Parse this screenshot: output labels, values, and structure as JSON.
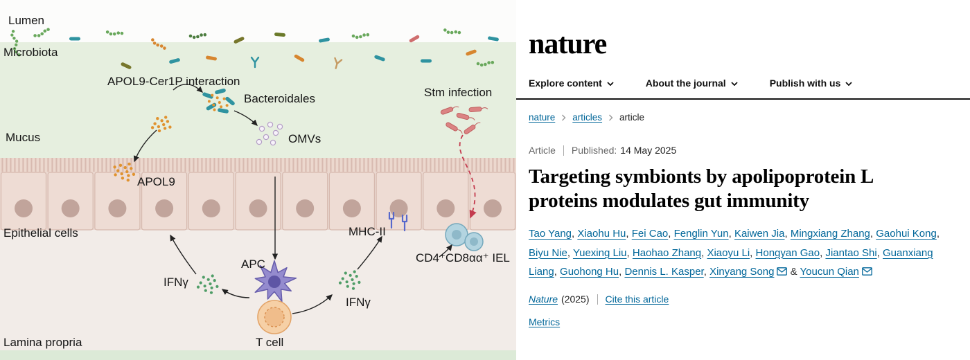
{
  "figure": {
    "labels": {
      "lumen": "Lumen",
      "microbiota": "Microbiota",
      "apol9_cer1p": "APOL9-Cer1P interaction",
      "bacteroidales": "Bacteroidales",
      "stm_infection": "Stm infection",
      "mucus": "Mucus",
      "omvs": "OMVs",
      "apol9": "APOL9",
      "epithelial_cells": "Epithelial cells",
      "mhc2": "MHC-II",
      "iel": "CD4⁺CD8αα⁺ IEL",
      "apc": "APC",
      "ifng": "IFNγ",
      "t_cell": "T cell",
      "lamina_propria": "Lamina propria"
    },
    "colors": {
      "mucus_green": "#e6efdf",
      "epithelium_pink": "#eedcd4",
      "lamina_beige": "#f2ece8",
      "stm_red": "#c43b4e",
      "ifng_green": "#4f9d67",
      "apol9_orange": "#e0922f",
      "bacteroidales_teal": "#2f93a0"
    }
  },
  "site": {
    "brand": "nature",
    "nav": [
      "Explore content",
      "About the journal",
      "Publish with us"
    ],
    "breadcrumb": [
      "nature",
      "articles",
      "article"
    ]
  },
  "article": {
    "type_label": "Article",
    "published_label": "Published:",
    "published_date": "14 May 2025",
    "title": "Targeting symbionts by apolipoprotein L proteins modulates gut immunity",
    "authors": [
      {
        "name": "Tao Yang"
      },
      {
        "name": "Xiaohu Hu"
      },
      {
        "name": "Fei Cao"
      },
      {
        "name": "Fenglin Yun"
      },
      {
        "name": "Kaiwen Jia"
      },
      {
        "name": "Mingxiang Zhang"
      },
      {
        "name": "Gaohui Kong"
      },
      {
        "name": "Biyu Nie"
      },
      {
        "name": "Yuexing Liu"
      },
      {
        "name": "Haohao Zhang"
      },
      {
        "name": "Xiaoyu Li"
      },
      {
        "name": "Hongyan Gao"
      },
      {
        "name": "Jiantao Shi"
      },
      {
        "name": "Guanxiang Liang"
      },
      {
        "name": "Guohong Hu"
      },
      {
        "name": "Dennis L. Kasper"
      },
      {
        "name": "Xinyang Song",
        "email": true
      },
      {
        "name": "Youcun Qian",
        "email": true
      }
    ],
    "journal": "Nature",
    "year": "(2025)",
    "cite_link": "Cite this article",
    "metrics_link": "Metrics"
  },
  "icons": {
    "chevron_down": "˅",
    "chevron_right": "›",
    "envelope": "✉"
  }
}
